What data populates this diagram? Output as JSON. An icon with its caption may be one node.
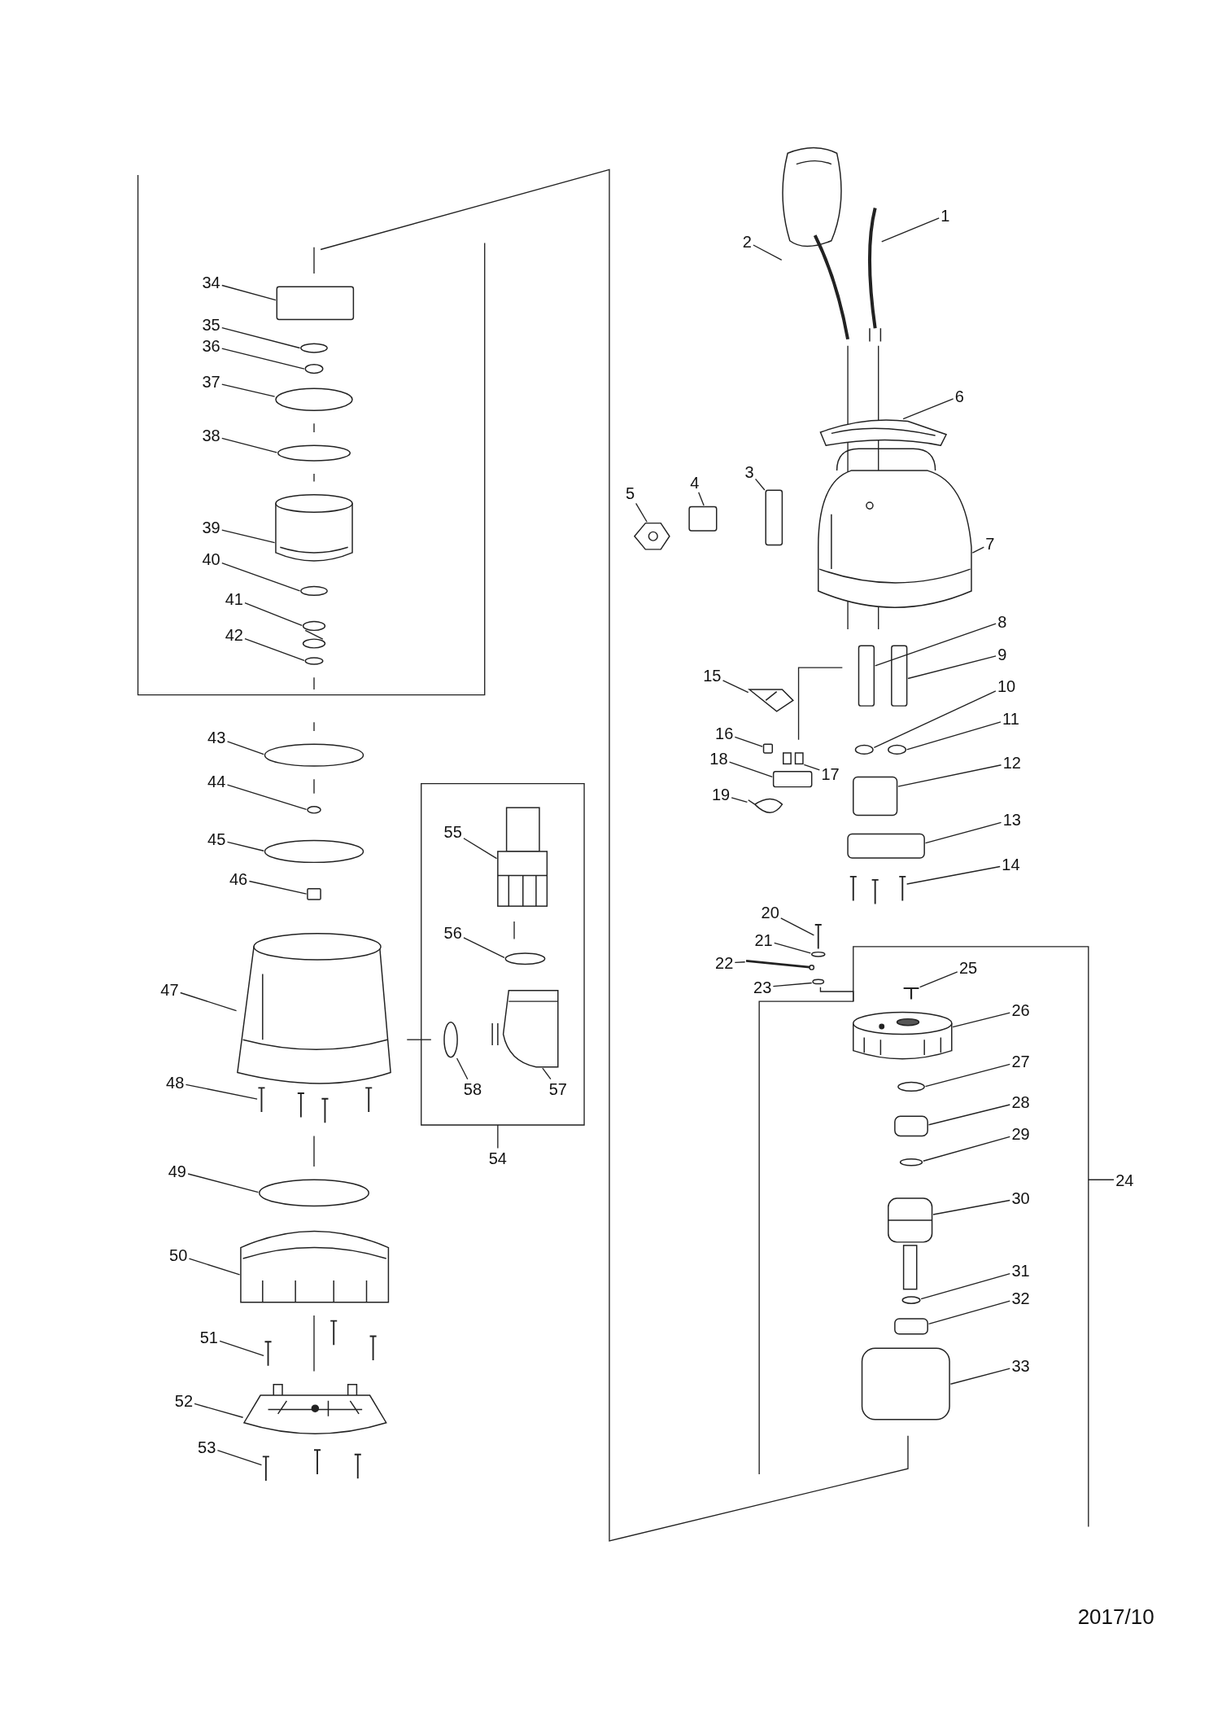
{
  "diagram": {
    "nodes": [
      {
        "text": [
          "1"
        ]
      },
      {
        "text": [
          "2"
        ]
      },
      {
        "text": [
          "3"
        ]
      },
      {
        "text": [
          "4"
        ]
      },
      {
        "text": [
          "5"
        ]
      },
      {
        "text": [
          "6"
        ]
      },
      {
        "text": [
          "7"
        ]
      },
      {
        "text": [
          "8"
        ]
      },
      {
        "text": [
          "9"
        ]
      },
      {
        "text": [
          "10"
        ]
      },
      {
        "text": [
          "11"
        ]
      },
      {
        "text": [
          "12"
        ]
      },
      {
        "text": [
          "13"
        ]
      },
      {
        "text": [
          "14"
        ]
      },
      {
        "text": [
          "15"
        ]
      },
      {
        "text": [
          "16"
        ]
      },
      {
        "text": [
          "17"
        ]
      },
      {
        "text": [
          "18"
        ]
      },
      {
        "text": [
          "19"
        ]
      },
      {
        "text": [
          "20"
        ]
      },
      {
        "text": [
          "21"
        ]
      },
      {
        "text": [
          "22"
        ]
      },
      {
        "text": [
          "23"
        ]
      },
      {
        "text": [
          "24"
        ]
      },
      {
        "text": [
          "25"
        ]
      },
      {
        "text": [
          "26"
        ]
      },
      {
        "text": [
          "27"
        ]
      },
      {
        "text": [
          "28"
        ]
      },
      {
        "text": [
          "29"
        ]
      },
      {
        "text": [
          "30"
        ]
      },
      {
        "text": [
          "31"
        ]
      },
      {
        "text": [
          "32"
        ]
      },
      {
        "text": [
          "33"
        ]
      },
      {
        "text": [
          "34"
        ]
      },
      {
        "text": [
          "35"
        ]
      },
      {
        "text": [
          "36"
        ]
      },
      {
        "text": [
          "37"
        ]
      },
      {
        "text": [
          "38"
        ]
      },
      {
        "text": [
          "39"
        ]
      },
      {
        "text": [
          "40"
        ]
      },
      {
        "text": [
          "41"
        ]
      },
      {
        "text": [
          "42"
        ]
      },
      {
        "text": [
          "43"
        ]
      },
      {
        "text": [
          "44"
        ]
      },
      {
        "text": [
          "45"
        ]
      },
      {
        "text": [
          "46"
        ]
      },
      {
        "text": [
          "47"
        ]
      },
      {
        "text": [
          "48"
        ]
      },
      {
        "text": [
          "49"
        ]
      },
      {
        "text": [
          "50"
        ]
      },
      {
        "text": [
          "51"
        ]
      },
      {
        "text": [
          "52"
        ]
      },
      {
        "text": [
          "53"
        ]
      },
      {
        "text": [
          "54"
        ]
      },
      {
        "text": [
          "55"
        ]
      },
      {
        "text": [
          "56"
        ]
      },
      {
        "text": [
          "57"
        ]
      },
      {
        "text": [
          "58"
        ]
      },
      {
        "text": [],
        "shape": "picture"
      },
      {
        "text": [],
        "shape": "picture"
      },
      {
        "text": [],
        "shape": "box"
      },
      {
        "text": [],
        "shape": "box"
      },
      {
        "text": [],
        "shape": "picture"
      },
      {
        "text": [],
        "shape": "picture"
      },
      {
        "text": [],
        "shape": "picture"
      },
      {
        "text": [],
        "shape": "box"
      },
      {
        "text": [],
        "shape": "box"
      },
      {
        "text": [],
        "shape": "ellipse"
      },
      {
        "text": [],
        "shape": "ellipse"
      },
      {
        "text": [],
        "shape": "box"
      },
      {
        "text": [],
        "shape": "box"
      },
      {
        "text": [],
        "shape": "picture"
      },
      {
        "text": [],
        "shape": "picture"
      },
      {
        "text": [],
        "shape": "box"
      },
      {
        "text": [],
        "shape": "picture"
      },
      {
        "text": [],
        "shape": "box"
      },
      {
        "text": [],
        "shape": "picture"
      },
      {
        "text": [],
        "shape": "picture"
      },
      {
        "text": [],
        "shape": "ellipse"
      },
      {
        "text": [],
        "shape": "picture"
      },
      {
        "text": [],
        "shape": "ellipse"
      },
      {
        "text": [],
        "shape": "picture"
      },
      {
        "text": [],
        "shape": "picture"
      },
      {
        "text": [],
        "shape": "ellipse"
      },
      {
        "text": [],
        "shape": "box"
      },
      {
        "text": [],
        "shape": "ellipse"
      },
      {
        "text": [],
        "shape": "picture"
      },
      {
        "text": [],
        "shape": "ellipse"
      },
      {
        "text": [],
        "shape": "box"
      },
      {
        "text": [],
        "shape": "box"
      },
      {
        "text": [],
        "shape": "box"
      },
      {
        "text": [],
        "shape": "ellipse"
      },
      {
        "text": [],
        "shape": "ellipse"
      },
      {
        "text": [],
        "shape": "ellipse"
      },
      {
        "text": [],
        "shape": "ellipse"
      },
      {
        "text": [],
        "shape": "picture"
      },
      {
        "text": [],
        "shape": "ellipse"
      },
      {
        "text": [],
        "shape": "picture"
      },
      {
        "text": [],
        "shape": "ellipse"
      },
      {
        "text": [],
        "shape": "ellipse"
      },
      {
        "text": [],
        "shape": "ellipse"
      },
      {
        "text": [],
        "shape": "ellipse"
      },
      {
        "text": [],
        "shape": "box"
      },
      {
        "text": [],
        "shape": "picture"
      },
      {
        "text": [],
        "shape": "picture"
      },
      {
        "text": [],
        "shape": "ellipse"
      },
      {
        "text": [],
        "shape": "picture"
      },
      {
        "text": [],
        "shape": "picture"
      },
      {
        "text": [],
        "shape": "picture"
      },
      {
        "text": [],
        "shape": "picture"
      },
      {
        "text": [],
        "shape": "picture"
      },
      {
        "text": [],
        "shape": "ellipse"
      },
      {
        "text": [],
        "shape": "picture"
      },
      {
        "text": [],
        "shape": "ellipse"
      }
    ],
    "edges": [
      {
        "from": 0,
        "to": 58,
        "arrow": "none"
      },
      {
        "from": 1,
        "to": 59,
        "arrow": "none"
      },
      {
        "from": 2,
        "to": 60,
        "arrow": "none"
      },
      {
        "from": 3,
        "to": 61,
        "arrow": "none"
      },
      {
        "from": 4,
        "to": 62,
        "arrow": "none"
      },
      {
        "from": 5,
        "to": 63,
        "arrow": "none"
      },
      {
        "from": 6,
        "to": 64,
        "arrow": "none"
      },
      {
        "from": 7,
        "to": 65,
        "arrow": "none"
      },
      {
        "from": 8,
        "to": 66,
        "arrow": "none"
      },
      {
        "from": 9,
        "to": 67,
        "arrow": "none"
      },
      {
        "from": 10,
        "to": 68,
        "arrow": "none"
      },
      {
        "from": 11,
        "to": 69,
        "arrow": "none"
      },
      {
        "from": 12,
        "to": 70,
        "arrow": "none"
      },
      {
        "from": 13,
        "to": 71,
        "arrow": "none"
      },
      {
        "from": 14,
        "to": 72,
        "arrow": "none"
      },
      {
        "from": 15,
        "to": 73,
        "arrow": "none"
      },
      {
        "from": 16,
        "to": 74,
        "arrow": "none"
      },
      {
        "from": 17,
        "to": 75,
        "arrow": "none"
      },
      {
        "from": 18,
        "to": 76,
        "arrow": "none"
      },
      {
        "from": 19,
        "to": 77,
        "arrow": "none"
      },
      {
        "from": 20,
        "to": 78,
        "arrow": "none"
      },
      {
        "from": 21,
        "to": 79,
        "arrow": "none"
      },
      {
        "from": 22,
        "to": 80,
        "arrow": "none"
      },
      {
        "from": 23,
        "to": null,
        "arrow": "none"
      },
      {
        "from": 24,
        "to": 81,
        "arrow": "none"
      },
      {
        "from": 25,
        "to": 82,
        "arrow": "none"
      },
      {
        "from": 26,
        "to": 83,
        "arrow": "none"
      },
      {
        "from": 27,
        "to": 84,
        "arrow": "none"
      },
      {
        "from": 28,
        "to": 85,
        "arrow": "none"
      },
      {
        "from": 29,
        "to": 86,
        "arrow": "none"
      },
      {
        "from": 30,
        "to": 87,
        "arrow": "none"
      },
      {
        "from": 31,
        "to": 88,
        "arrow": "none"
      },
      {
        "from": 32,
        "to": 89,
        "arrow": "none"
      },
      {
        "from": 33,
        "to": 90,
        "arrow": "none"
      },
      {
        "from": 34,
        "to": 91,
        "arrow": "none"
      },
      {
        "from": 35,
        "to": 92,
        "arrow": "none"
      },
      {
        "from": 36,
        "to": 93,
        "arrow": "none"
      },
      {
        "from": 37,
        "to": 94,
        "arrow": "none"
      },
      {
        "from": 38,
        "to": 95,
        "arrow": "none"
      },
      {
        "from": 39,
        "to": 96,
        "arrow": "none"
      },
      {
        "from": 40,
        "to": 97,
        "arrow": "none"
      },
      {
        "from": 41,
        "to": 98,
        "arrow": "none"
      },
      {
        "from": 42,
        "to": 99,
        "arrow": "none"
      },
      {
        "from": 43,
        "to": 100,
        "arrow": "none"
      },
      {
        "from": 44,
        "to": 101,
        "arrow": "none"
      },
      {
        "from": 45,
        "to": 102,
        "arrow": "none"
      },
      {
        "from": 46,
        "to": 103,
        "arrow": "none"
      },
      {
        "from": 47,
        "to": 104,
        "arrow": "none"
      },
      {
        "from": 48,
        "to": 105,
        "arrow": "none"
      },
      {
        "from": 49,
        "to": 106,
        "arrow": "none"
      },
      {
        "from": 50,
        "to": 107,
        "arrow": "none"
      },
      {
        "from": 51,
        "to": 108,
        "arrow": "none"
      },
      {
        "from": 52,
        "to": 109,
        "arrow": "none"
      },
      {
        "from": 53,
        "to": null,
        "arrow": "none"
      },
      {
        "from": 54,
        "to": 110,
        "arrow": "none"
      },
      {
        "from": 55,
        "to": 111,
        "arrow": "none"
      },
      {
        "from": 56,
        "to": 112,
        "arrow": "none"
      },
      {
        "from": 57,
        "to": 113,
        "arrow": "none"
      }
    ],
    "labels": [
      "2017/10"
    ]
  }
}
